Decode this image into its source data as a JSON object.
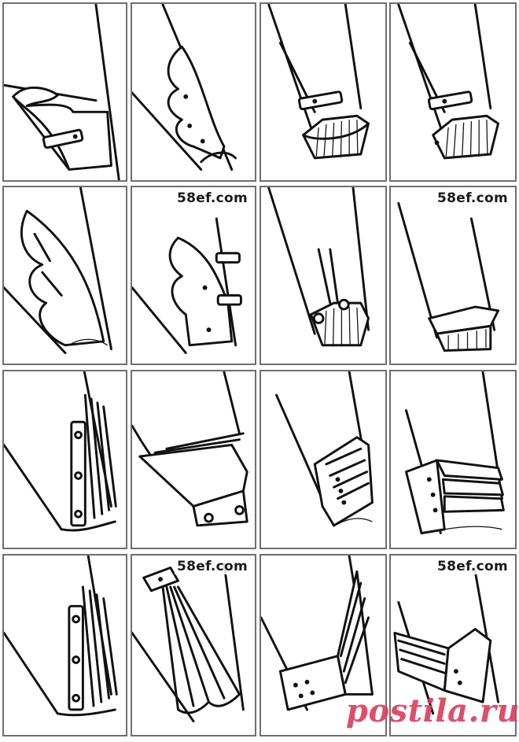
{
  "watermarks": [
    "58ef.com",
    "58ef.com",
    "58ef.com",
    "58ef.com"
  ],
  "brand": "postila.ru",
  "colors": {
    "ink": "#111111",
    "border": "#6f6f6f",
    "brand": "#d93c59",
    "background": "#ffffff"
  }
}
